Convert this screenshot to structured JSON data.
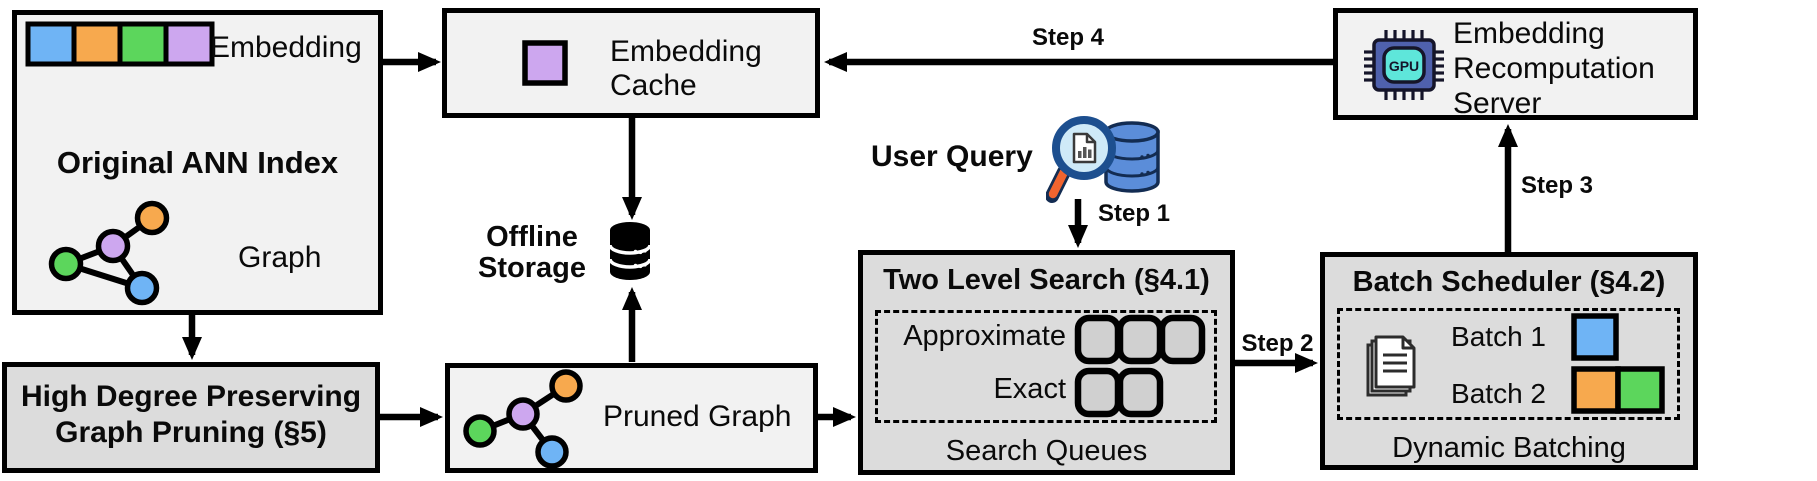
{
  "palette": {
    "blue": "#6FB4F5",
    "orange": "#F7A94E",
    "green": "#5CD65C",
    "purple": "#CDA7EF",
    "box_light": "#F2F2F2",
    "box_dark": "#DCDCDC",
    "queue_fill": "#D0D0D0",
    "gpu_chip_body": "#4F61AD",
    "gpu_chip_core": "#5EE6DA",
    "magnifier_rim": "#1D4F8F",
    "magnifier_lens": "#CFEAF8",
    "magnifier_handle": "#F0642F",
    "db_blue": "#5B8DD9",
    "db_blue_outline": "#132C52"
  },
  "diagram": {
    "ann_index": {
      "title": "Original ANN Index",
      "embedding_label": "Embedding",
      "graph_label": "Graph"
    },
    "embedding_cache": {
      "label": "Embedding Cache"
    },
    "recomputation_server": {
      "label": "Embedding Recomputation Server"
    },
    "offline_storage": {
      "label": "Offline Storage"
    },
    "user_query": {
      "label": "User Query"
    },
    "two_level_search": {
      "title": "Two Level Search (§4.1)",
      "approximate_label": "Approximate",
      "exact_label": "Exact",
      "footer": "Search Queues"
    },
    "batch_scheduler": {
      "title": "Batch Scheduler (§4.2)",
      "batch1_label": "Batch 1",
      "batch2_label": "Batch 2",
      "footer": "Dynamic Batching"
    },
    "graph_pruning": {
      "title": "High Degree Preserving Graph Pruning (§5)"
    },
    "pruned_graph": {
      "label": "Pruned Graph"
    },
    "steps": {
      "step1": "Step 1",
      "step2": "Step 2",
      "step3": "Step 3",
      "step4": "Step 4"
    },
    "gpu_chip_label": "GPU"
  }
}
